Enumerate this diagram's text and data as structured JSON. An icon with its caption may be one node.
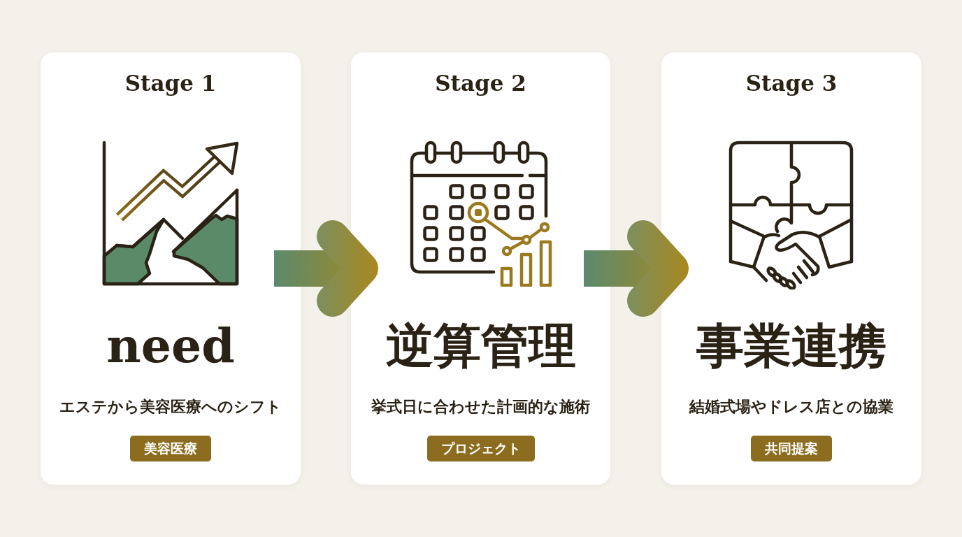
{
  "diagram": {
    "nodes": [
      {
        "text": [
          "Stage 1",
          "need",
          "エステから美容医療へのシフト",
          "美容医療"
        ]
      },
      {
        "text": [
          "Stage 2",
          "逆算管理",
          "挙式日に合わせた計画的な施術",
          "プロジェクト"
        ]
      },
      {
        "text": [
          "Stage 3",
          "事業連携",
          "結婚式場やドレス店との協業",
          "共同提案"
        ]
      }
    ],
    "edges": [
      {
        "from": 0,
        "to": 1,
        "arrow": "to",
        "style": "thick"
      },
      {
        "from": 1,
        "to": 2,
        "arrow": "to",
        "style": "thick"
      }
    ]
  }
}
